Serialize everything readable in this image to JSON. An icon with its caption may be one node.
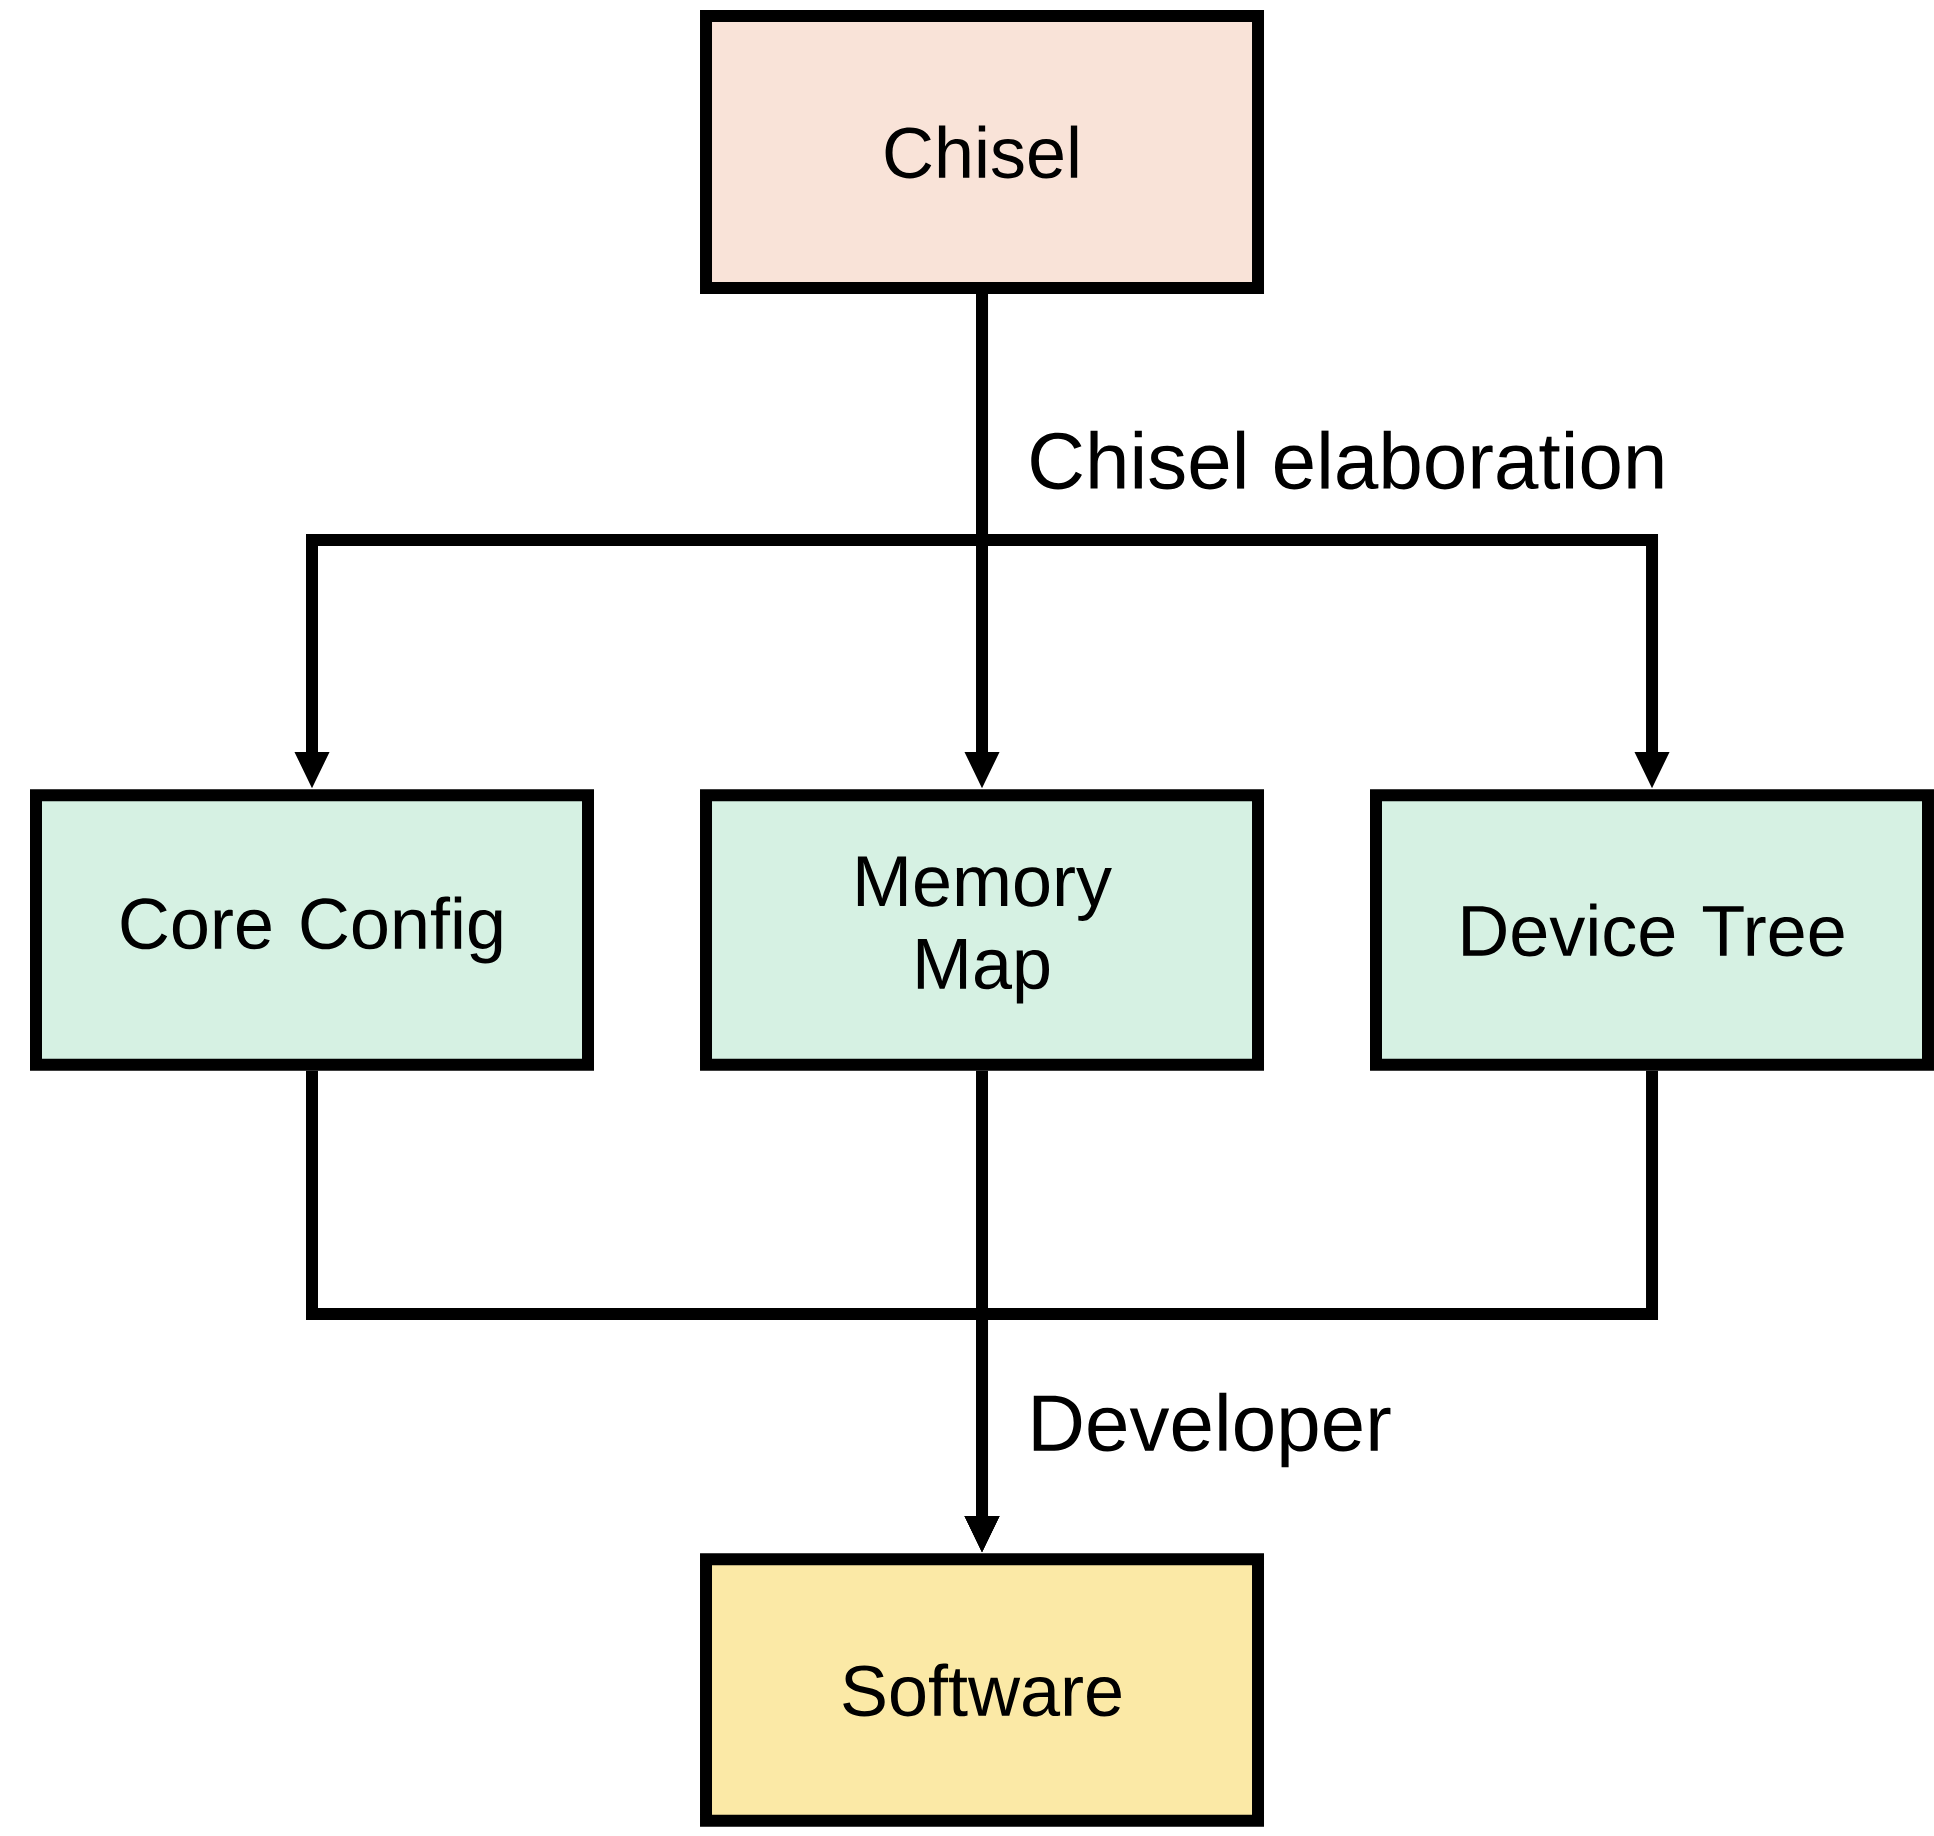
{
  "diagram": {
    "nodes": [
      {
        "text": [
          "Chisel"
        ]
      },
      {
        "text": [
          "Core Config"
        ]
      },
      {
        "text": [
          "Memory Map"
        ]
      },
      {
        "text": [
          "Device Tree"
        ]
      },
      {
        "text": [
          "Software"
        ]
      }
    ],
    "edges": [
      {
        "from": 0,
        "to": 1,
        "arrow": "to"
      },
      {
        "from": 0,
        "to": 2,
        "arrow": "to",
        "label": "Chisel elaboration"
      },
      {
        "from": 0,
        "to": 3,
        "arrow": "to"
      },
      {
        "from": 1,
        "to": 4,
        "arrow": "to"
      },
      {
        "from": 2,
        "to": 4,
        "arrow": "to",
        "label": "Developer"
      },
      {
        "from": 3,
        "to": 4,
        "arrow": "to"
      }
    ]
  }
}
